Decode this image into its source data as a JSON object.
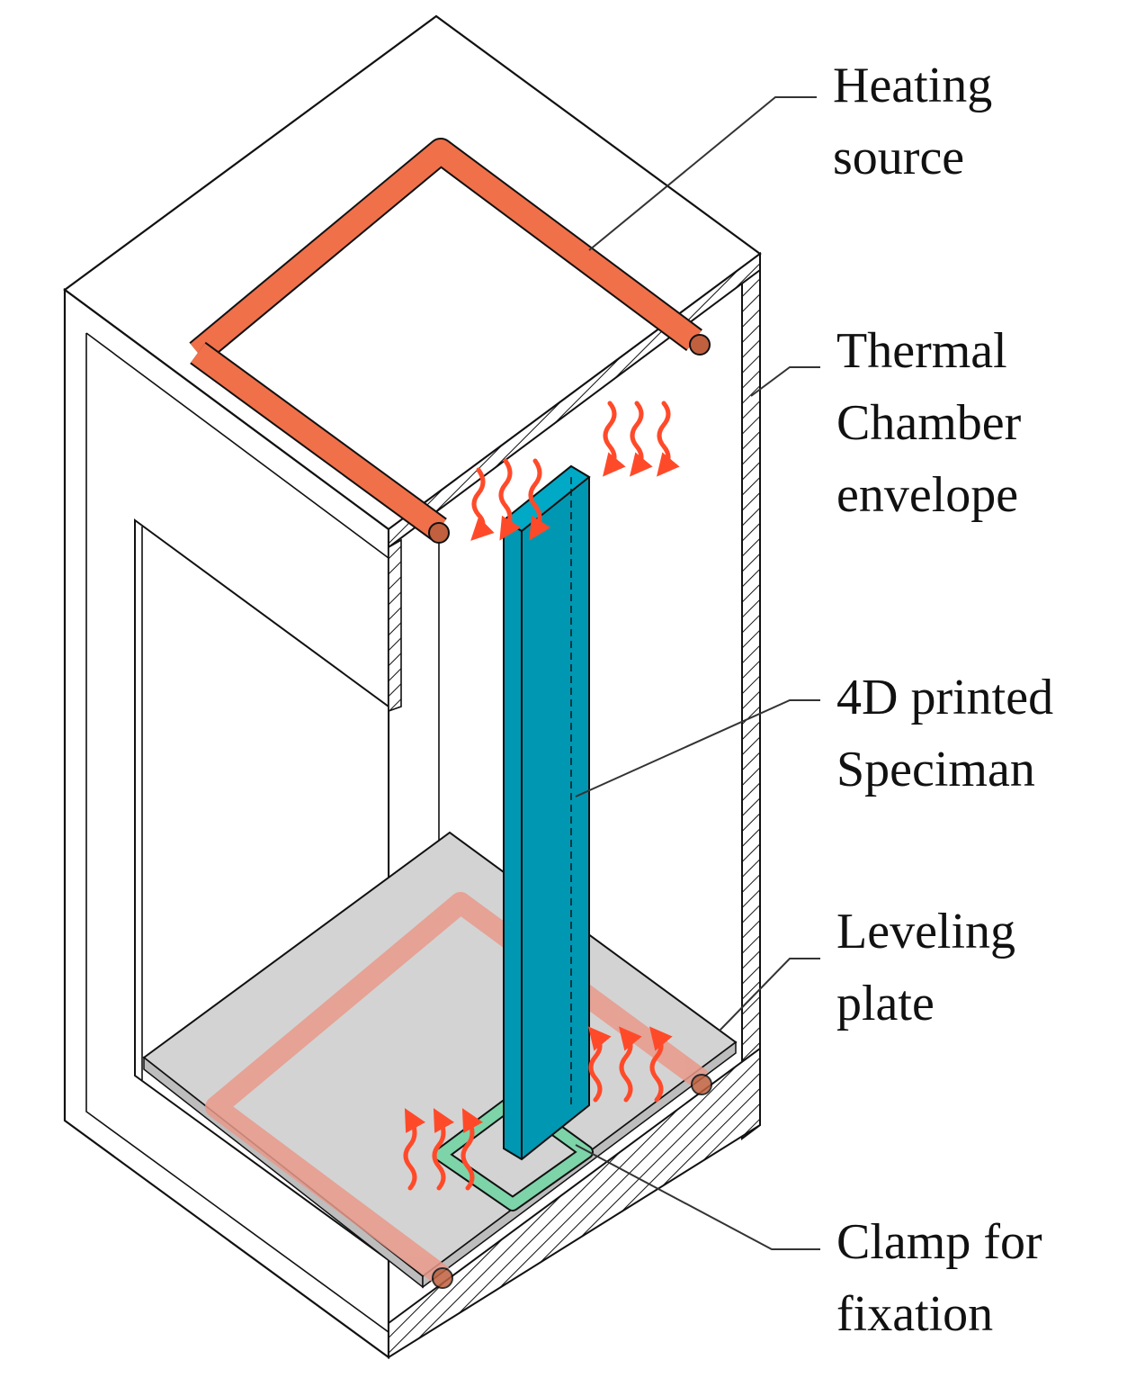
{
  "labels": {
    "heating_source": [
      "Heating",
      "source"
    ],
    "chamber_envelope": [
      "Thermal",
      "Chamber",
      "envelope"
    ],
    "specimen": [
      "4D printed",
      "Speciman"
    ],
    "leveling_plate": [
      "Leveling",
      "plate"
    ],
    "clamp": [
      "Clamp for",
      "fixation"
    ]
  },
  "colors": {
    "heater": "#f0704a",
    "heater_faded": "#e8998a",
    "specimen_face": "#0097b2",
    "specimen_side": "#007e96",
    "plate": "#d3d3d3",
    "clamp": "#7dd4a8",
    "arrow": "#ff4a2a",
    "outline": "#111111"
  },
  "icons": {
    "heat_arrow_down": "wavy-arrow-down-icon",
    "heat_arrow_up": "wavy-arrow-up-icon"
  }
}
